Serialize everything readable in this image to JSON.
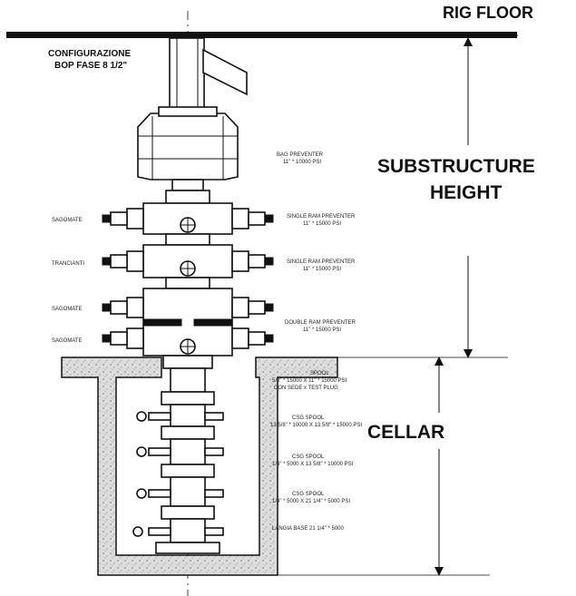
{
  "headings": {
    "rig_floor": "RIG FLOOR",
    "configuration_line1": "CONFIGURAZIONE",
    "configuration_line2": "BOP FASE 8 1/2\"",
    "substructure_line1": "SUBSTRUCTURE",
    "substructure_line2": "HEIGHT",
    "cellar": "CELLAR"
  },
  "left_labels": [
    "SAGOMATE",
    "TRANCIANTI",
    "SAGOMATE",
    "SAGOMATE"
  ],
  "right_labels": [
    {
      "line1": "BAG PREVENTER",
      "line2": "11\" * 10000 PSI"
    },
    {
      "line1": "SINGLE RAM PREVENTER",
      "line2": "11\" * 15000 PSI"
    },
    {
      "line1": "SINGLE RAM PREVENTER",
      "line2": "11\" * 15000 PSI"
    },
    {
      "line1": "DOUBLE RAM PREVENTER",
      "line2": "11\" * 15000 PSI"
    },
    {
      "line1": "SPOOL",
      "line2": "5/8\" * 15000 X 11\" * 15000 PSI",
      "line3": "CON SEDE x TEST PLUG"
    },
    {
      "line1": "CSG SPOOL",
      "line2": "13 5/8\" * 10000 X 13 5/8\" * 15000 PSI"
    },
    {
      "line1": "CSG SPOOL",
      "line2": "1/4\" * 5000 X 13 5/8\" * 10000 PSI"
    },
    {
      "line1": "CSG SPOOL",
      "line2": "1/4\" * 5000 X 21 1/4\" * 5000 PSI"
    },
    {
      "line1": "LANGIA BASE 21 1/4\" * 5000"
    }
  ]
}
